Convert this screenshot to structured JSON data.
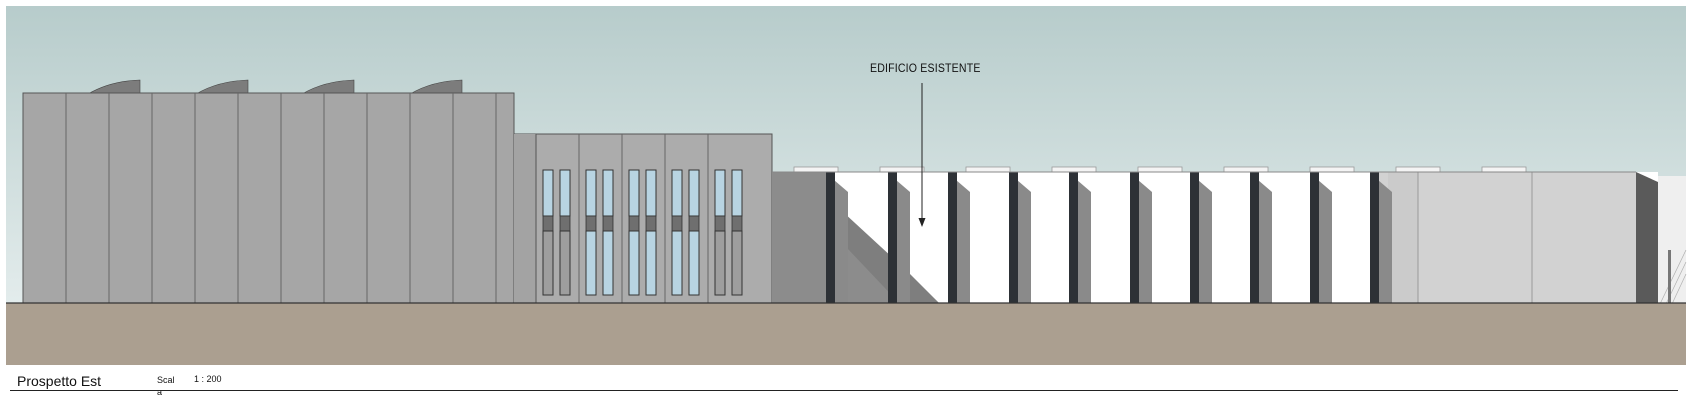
{
  "view_title": "Prospetto Est",
  "scale_label": "Scala",
  "scale_value": "1 : 200",
  "annotation": "EDIFICIO ESISTENTE",
  "colors": {
    "sky_top": "#b7cccb",
    "sky_bottom": "#e3ecec",
    "ground": "#ab9f90",
    "panel_dark": "#a6a6a6",
    "panel_mid": "#aeaeae",
    "existing_white": "#ffffff",
    "existing_grey": "#d3d3d3",
    "window_glass": "#b8d4e2",
    "shadow": "#808080",
    "column": "#2d3136"
  }
}
